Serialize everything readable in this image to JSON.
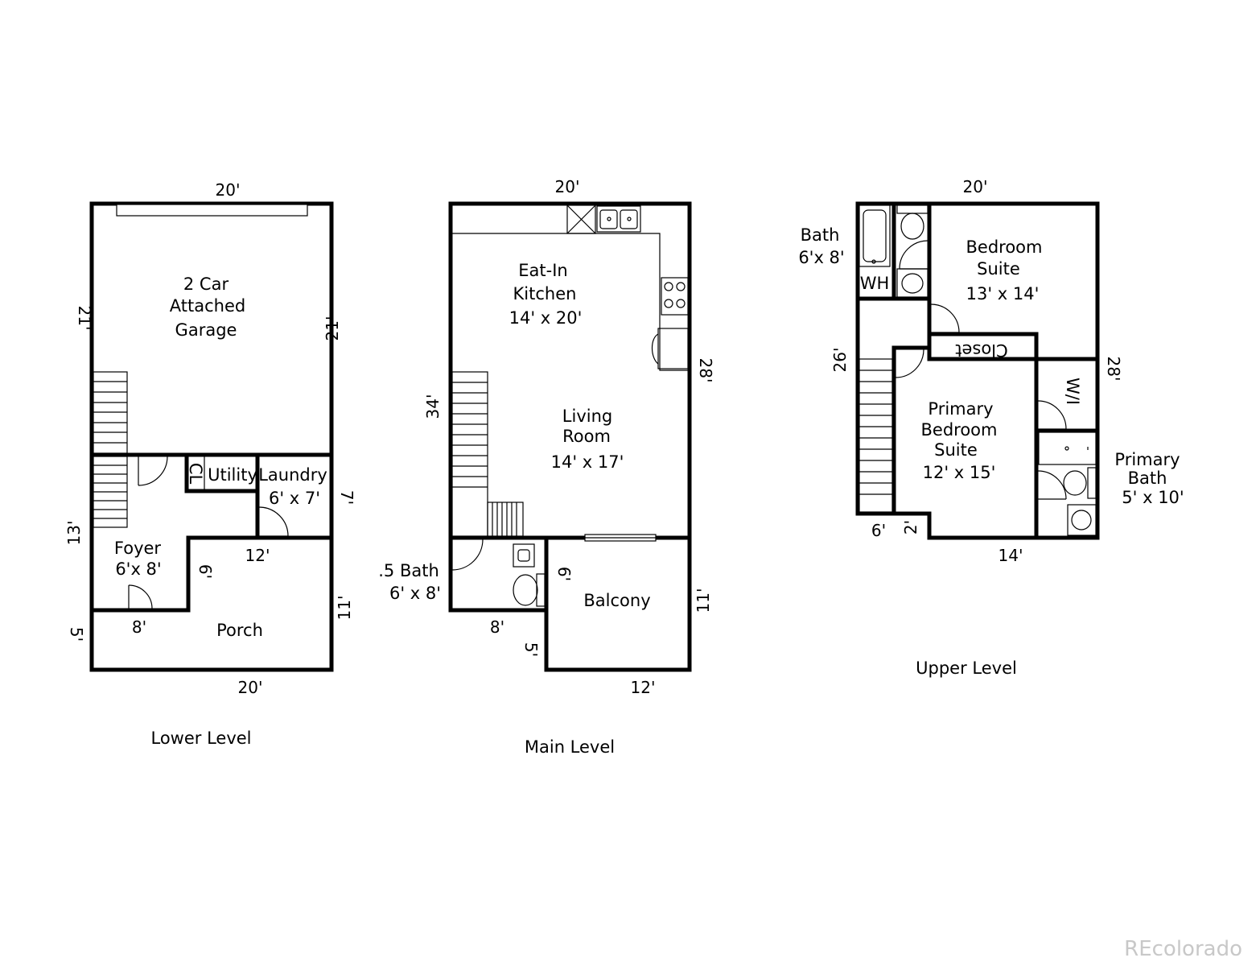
{
  "watermark": "REcolorado",
  "lower": {
    "caption": "Lower Level",
    "garage": [
      "2 Car",
      "Attached",
      "Garage"
    ],
    "utility": "Utility",
    "cl": "CL",
    "laundry": [
      "Laundry",
      "6' x 7'"
    ],
    "foyer": [
      "Foyer",
      "6'x 8'"
    ],
    "porch": "Porch",
    "dims": {
      "top": "20'",
      "left_garage": "21'",
      "right_garage": "21'",
      "right_laundry": "7'",
      "left_foyer": "13'",
      "foyer_step": "6'",
      "porch_top": "12'",
      "foyer_bottom": "8'",
      "left_porch": "5'",
      "right_porch": "11'",
      "bottom": "20'"
    }
  },
  "main": {
    "caption": "Main Level",
    "kitchen": [
      "Eat-In",
      "Kitchen",
      "14' x 20'"
    ],
    "living": [
      "Living",
      "Room",
      "14' x 17'"
    ],
    "half_bath": [
      ".5 Bath",
      "6' x 8'"
    ],
    "balcony": "Balcony",
    "dims": {
      "top": "20'",
      "left": "34'",
      "right": "28'",
      "bath_right": "6'",
      "bath_bottom": "8'",
      "balcony_left": "5'",
      "balcony_right": "11'",
      "balcony_bottom": "12'"
    }
  },
  "upper": {
    "caption": "Upper Level",
    "bath": [
      "Bath",
      "6'x 8'"
    ],
    "wh": "WH",
    "bedroom": [
      "Bedroom",
      "Suite",
      "13' x 14'"
    ],
    "closet": "Closet",
    "wi": "W/I",
    "primary_bedroom": [
      "Primary",
      "Bedroom",
      "Suite",
      "12' x 15'"
    ],
    "primary_bath": [
      "Primary",
      "Bath",
      "5' x 10'"
    ],
    "dims": {
      "top": "20'",
      "left": "26'",
      "right": "28'",
      "bottom_left": "6'",
      "step": "2'",
      "bottom": "14'"
    }
  }
}
